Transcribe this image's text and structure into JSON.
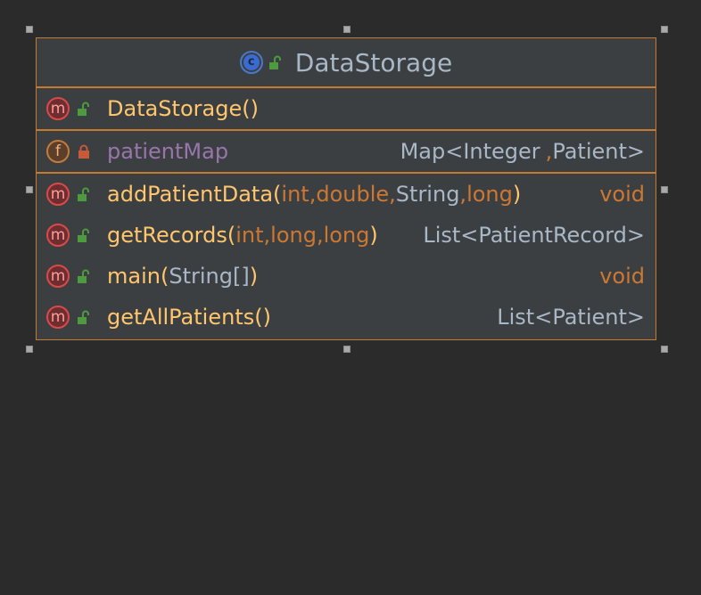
{
  "diagram": {
    "class": {
      "icon": "class-icon",
      "icon_letter": "c",
      "access": "public-unlocked-icon",
      "name": "DataStorage"
    },
    "constructor": {
      "icon_letter": "m",
      "name": "DataStorage",
      "params_text": "()"
    },
    "field": {
      "icon_letter": "f",
      "access": "private-lock-icon",
      "name": "patientMap",
      "type_part1": "Map<Integer",
      "type_comma": ",",
      "type_part2": " Patient>"
    },
    "methods": [
      {
        "name": "addPatientData",
        "icon_letter": "m",
        "return": "void",
        "params": [
          "int",
          "double",
          "String",
          "long"
        ]
      },
      {
        "name": "getRecords",
        "icon_letter": "m",
        "return": "List<PatientRecord>",
        "params": [
          "int",
          "long",
          "long"
        ]
      },
      {
        "name": "main",
        "icon_letter": "m",
        "return": "void",
        "params": [
          "String[]"
        ]
      },
      {
        "name": "getAllPatients",
        "icon_letter": "m",
        "return": "List<Patient>",
        "params": []
      }
    ],
    "punct": {
      "open": "(",
      "close": ")",
      "comma": ", ",
      "empty": " ()"
    },
    "colors": {
      "border": "#c67a2e",
      "background": "#2b2b2b",
      "node": "#3c3f41",
      "method_name": "#ffc66d",
      "field_name": "#9876aa",
      "keyword": "#cc7832",
      "type": "#a9b7c6"
    }
  }
}
